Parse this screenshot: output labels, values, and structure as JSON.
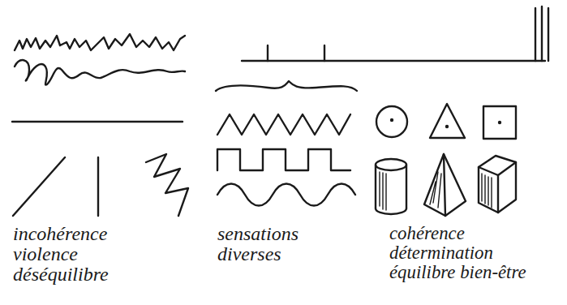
{
  "diagram": {
    "labels": [
      "incohérence violence déséquilibre",
      "sensations diverses",
      "cohérence détermination équilibre bien-être"
    ]
  }
}
